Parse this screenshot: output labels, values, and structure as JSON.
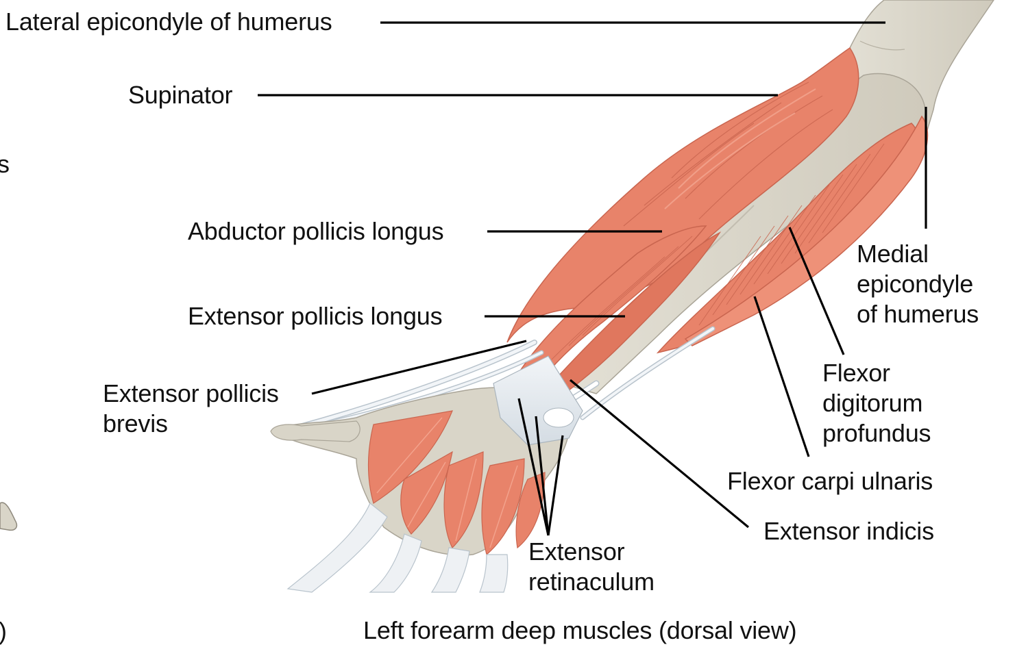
{
  "figure": {
    "caption": "Left forearm deep muscles (dorsal view)",
    "colors": {
      "muscle": "#E8836A",
      "muscle_dark": "#C9654F",
      "muscle_light": "#F3A38D",
      "bone": "#D9D5C8",
      "bone_dark": "#B9B4A6",
      "tendon": "#E6EBF0",
      "tendon_dark": "#B8C3CC",
      "leader_line": "#000000"
    },
    "labels": {
      "lateral_epicondyle": "Lateral epicondyle of humerus",
      "supinator": "Supinator",
      "abductor_pollicis_longus": "Abductor pollicis longus",
      "extensor_pollicis_longus": "Extensor pollicis longus",
      "extensor_pollicis_brevis": [
        "Extensor pollicis",
        "brevis"
      ],
      "medial_epicondyle": [
        "Medial",
        "epicondyle",
        "of humerus"
      ],
      "flexor_digitorum_profundus": [
        "Flexor",
        "digitorum",
        "profundus"
      ],
      "flexor_carpi_ulnaris": "Flexor carpi ulnaris",
      "extensor_indicis": "Extensor indicis",
      "extensor_retinaculum": [
        "Extensor",
        "retinaculum"
      ]
    },
    "cropped_fragments": {
      "left_s": "s",
      "left_paren": ")"
    }
  }
}
